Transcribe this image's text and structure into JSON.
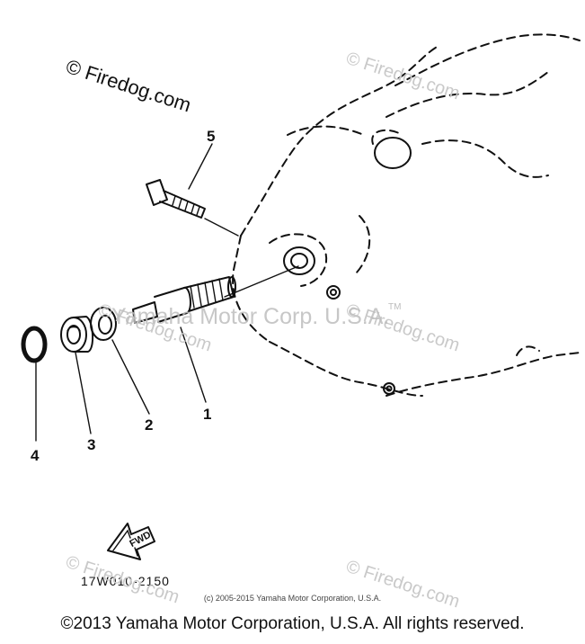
{
  "watermarks": {
    "firedog_primary": "© Firedog.com",
    "firedog_faint": "© Firedog.com",
    "yamaha_overlay": "Yamaha Motor Corp. U.S.A.",
    "tm": "TM"
  },
  "callouts": [
    "1",
    "2",
    "3",
    "4",
    "5"
  ],
  "fwd_label": "FWD",
  "part_code": "17W010-2150",
  "copyright_small": "(c) 2005-2015 Yamaha Motor Corporation, U.S.A.",
  "copyright_main": "©2013 Yamaha Motor Corporation, U.S.A. All rights reserved.",
  "colors": {
    "ink": "#111111",
    "watermark": "#c9c9c9",
    "background": "#ffffff"
  }
}
